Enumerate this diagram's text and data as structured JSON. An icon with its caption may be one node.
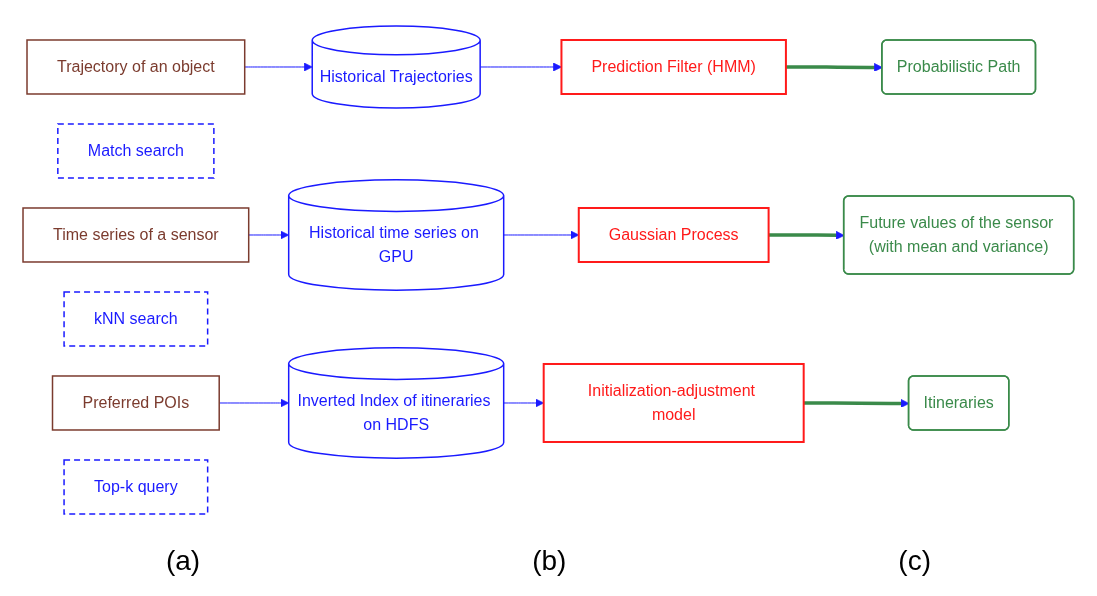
{
  "diagram": {
    "nodes": [
      {
        "text": [
          "Trajectory of an object"
        ]
      },
      {
        "text": [
          "Match search"
        ]
      },
      {
        "text": [
          "Prediction Filter (HMM)"
        ]
      },
      {
        "text": [
          "Probabilistic Path"
        ]
      },
      {
        "text": [
          "Historical Trajectories"
        ]
      },
      {
        "text": [
          "Time series of a sensor"
        ]
      },
      {
        "text": [
          "kNN search"
        ]
      },
      {
        "text": [
          "Gaussian Process"
        ]
      },
      {
        "text": [
          "Future values of the sensor (with mean and variance)"
        ]
      },
      {
        "text": [
          "Historical time series on GPU"
        ]
      },
      {
        "text": [
          "Preferred POIs"
        ]
      },
      {
        "text": [
          "Top-k query"
        ]
      },
      {
        "text": [
          "Initialization-adjustment model"
        ]
      },
      {
        "text": [
          "Itineraries"
        ]
      },
      {
        "text": [
          "Inverted Index of itineraries on HDFS"
        ]
      }
    ],
    "edges": [
      {
        "from": 0,
        "to": 4,
        "arrow": "to"
      },
      {
        "from": 4,
        "to": 2,
        "arrow": "to"
      },
      {
        "from": 2,
        "to": 3,
        "arrow": "to",
        "style": "thick",
        "color": "#3a8a4a"
      },
      {
        "from": 5,
        "to": 9,
        "arrow": "to"
      },
      {
        "from": 9,
        "to": 7,
        "arrow": "to"
      },
      {
        "from": 7,
        "to": 8,
        "arrow": "to",
        "style": "thick",
        "color": "#3a8a4a"
      },
      {
        "from": 10,
        "to": 14,
        "arrow": "to"
      },
      {
        "from": 14,
        "to": 12,
        "arrow": "to"
      },
      {
        "from": 12,
        "to": 13,
        "arrow": "to",
        "style": "thick",
        "color": "#3a8a4a"
      }
    ],
    "labels": [
      "(a)",
      "(b)",
      "(c)"
    ]
  }
}
